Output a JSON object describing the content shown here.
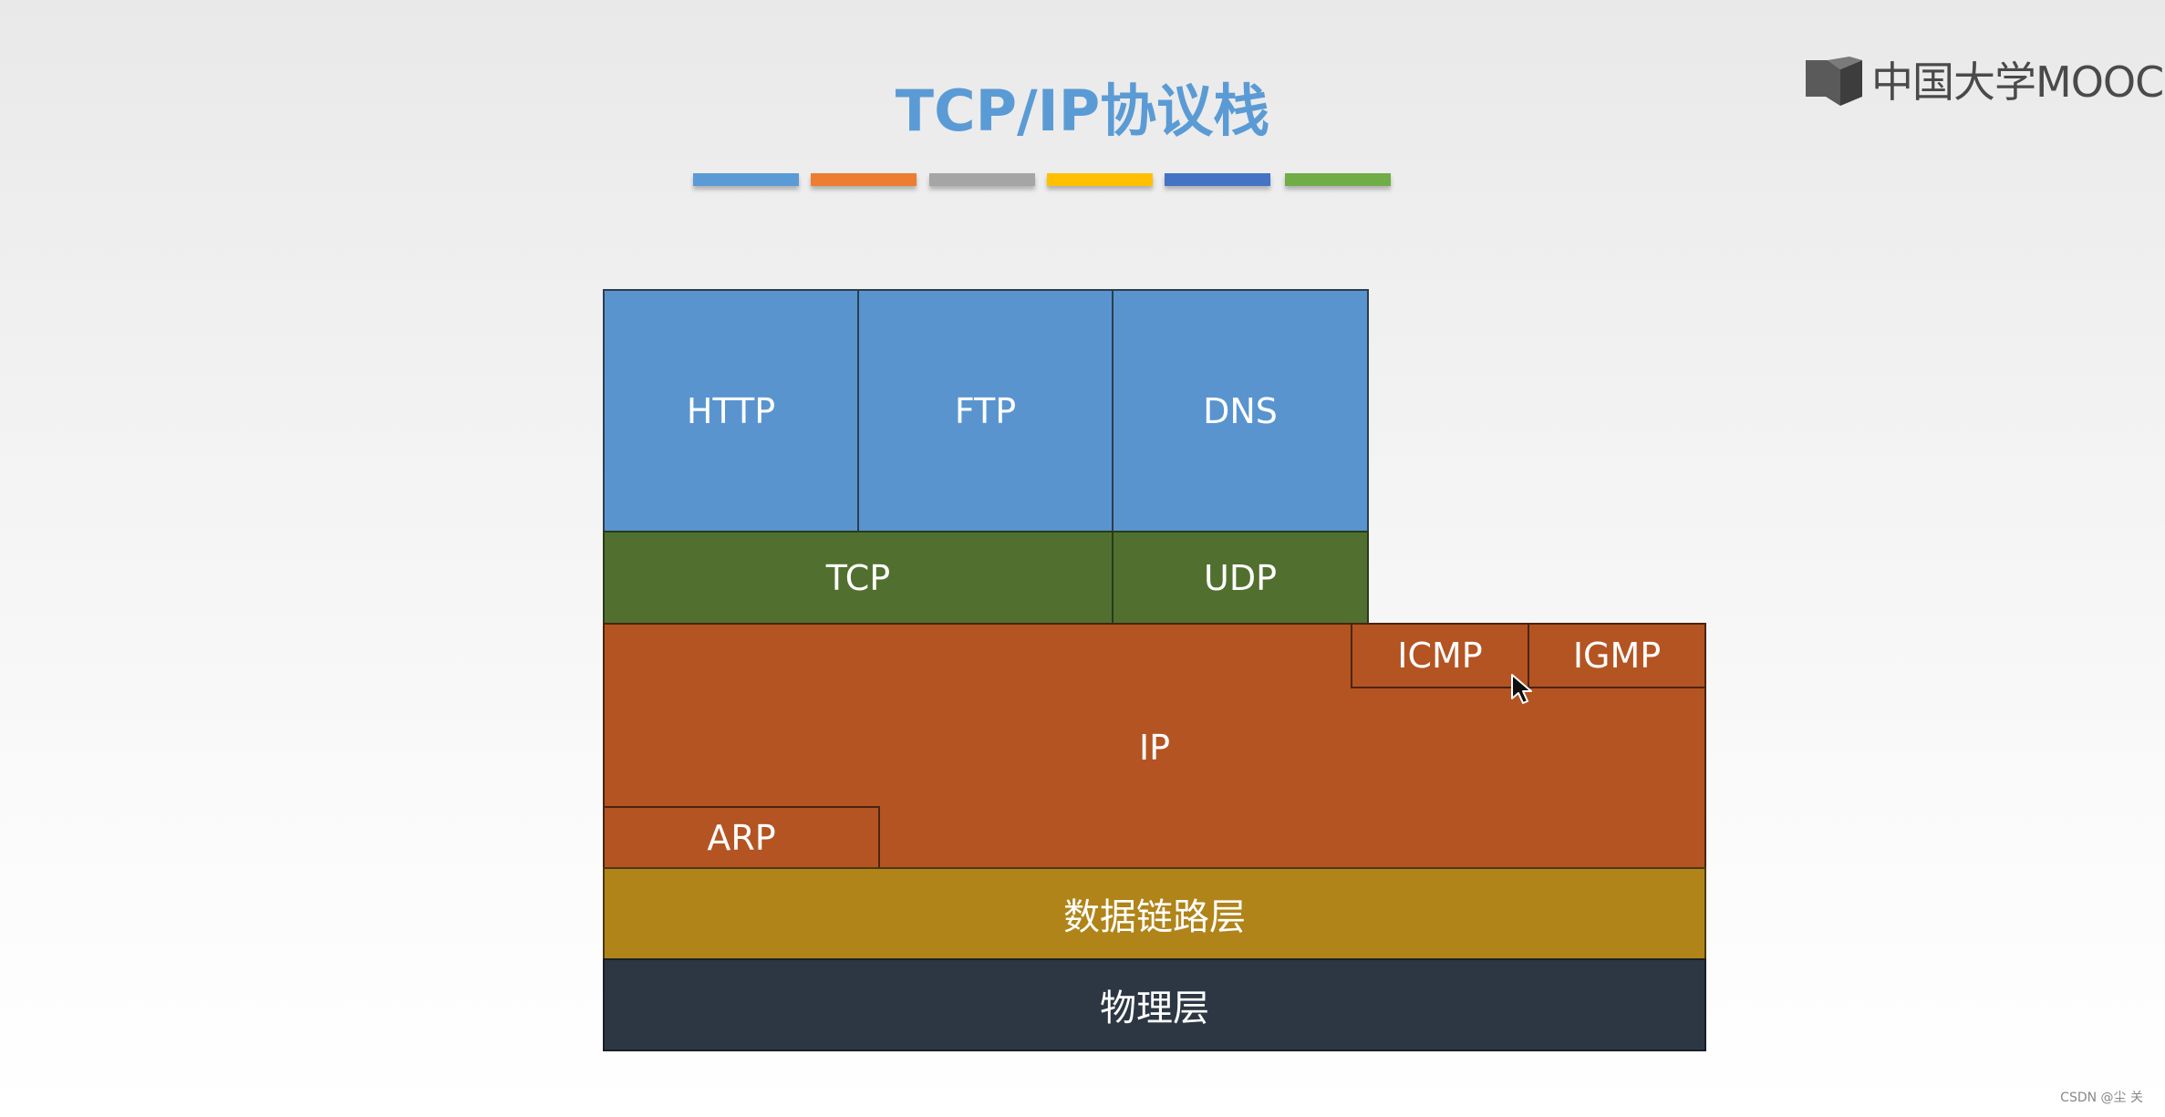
{
  "title": "TCP/IP协议栈",
  "logo": {
    "text": "中国大学MOOC",
    "icon": "mooc-book-icon"
  },
  "color_bars": [
    "#5b9bd5",
    "#ed7d31",
    "#a5a5a5",
    "#ffc000",
    "#4472c4",
    "#70ad47"
  ],
  "layers": {
    "application": {
      "http": "HTTP",
      "ftp": "FTP",
      "dns": "DNS"
    },
    "transport": {
      "tcp": "TCP",
      "udp": "UDP"
    },
    "network": {
      "ip": "IP",
      "icmp": "ICMP",
      "igmp": "IGMP",
      "arp": "ARP"
    },
    "data_link": "数据链路层",
    "physical": "物理层"
  },
  "watermark": "CSDN @尘 关"
}
